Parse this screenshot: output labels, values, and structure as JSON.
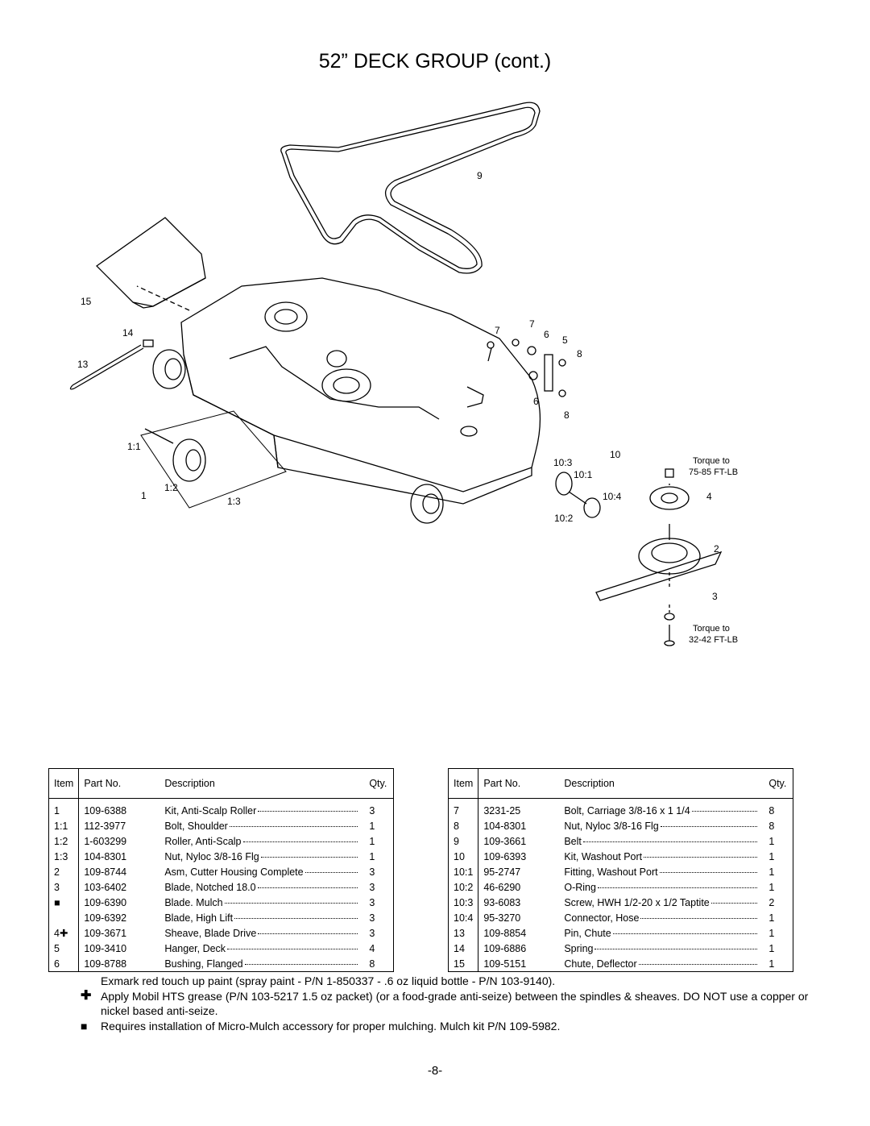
{
  "title": "52” DECK GROUP (cont.)",
  "diagram": {
    "callouts": [
      "9",
      "15",
      "14",
      "13",
      "7",
      "7",
      "6",
      "5",
      "8",
      "6",
      "8",
      "1:1",
      "1:2",
      "1",
      "1:3",
      "10",
      "10:3",
      "10:1",
      "10:4",
      "10:2",
      "4",
      "2",
      "3"
    ],
    "torque_top": {
      "line1": "Torque to",
      "line2": "75-85 FT-LB"
    },
    "torque_bottom": {
      "line1": "Torque to",
      "line2": "32-42 FT-LB"
    }
  },
  "table_headers": {
    "item": "Item",
    "part": "Part No.",
    "desc": "Description",
    "qty": "Qty."
  },
  "left_table": [
    {
      "item": "1",
      "part": "109-6388",
      "desc": "Kit, Anti-Scalp Roller",
      "qty": "3"
    },
    {
      "item": "1:1",
      "part": "112-3977",
      "desc": "Bolt, Shoulder",
      "qty": "1"
    },
    {
      "item": "1:2",
      "part": "1-603299",
      "desc": "Roller, Anti-Scalp",
      "qty": "1"
    },
    {
      "item": "1:3",
      "part": "104-8301",
      "desc": "Nut, Nyloc 3/8-16 Flg",
      "qty": "1"
    },
    {
      "item": "2",
      "part": "109-8744",
      "desc": "Asm, Cutter Housing Complete",
      "qty": "3"
    },
    {
      "item": "3",
      "part": "103-6402",
      "desc": "Blade, Notched 18.0",
      "qty": "3"
    },
    {
      "item": "■",
      "part": "109-6390",
      "desc": "Blade. Mulch",
      "qty": "3"
    },
    {
      "item": "",
      "part": "109-6392",
      "desc": "Blade, High Lift",
      "qty": "3"
    },
    {
      "item": "4✚",
      "part": "109-3671",
      "desc": "Sheave, Blade Drive",
      "qty": "3"
    },
    {
      "item": "5",
      "part": "109-3410",
      "desc": "Hanger, Deck",
      "qty": "4"
    },
    {
      "item": "6",
      "part": "109-8788",
      "desc": "Bushing, Flanged",
      "qty": "8"
    }
  ],
  "right_table": [
    {
      "item": "7",
      "part": "3231-25",
      "desc": "Bolt, Carriage 3/8-16 x 1 1/4",
      "qty": "8"
    },
    {
      "item": "8",
      "part": "104-8301",
      "desc": "Nut, Nyloc 3/8-16 Flg",
      "qty": "8"
    },
    {
      "item": "9",
      "part": "109-3661",
      "desc": "Belt",
      "qty": "1"
    },
    {
      "item": "10",
      "part": "109-6393",
      "desc": "Kit, Washout Port",
      "qty": "1"
    },
    {
      "item": "10:1",
      "part": "95-2747",
      "desc": "Fitting, Washout Port",
      "qty": "1"
    },
    {
      "item": "10:2",
      "part": "46-6290",
      "desc": "O-Ring",
      "qty": "1"
    },
    {
      "item": "10:3",
      "part": "93-6083",
      "desc": "Screw, HWH 1/2-20 x 1/2 Taptite",
      "qty": "2"
    },
    {
      "item": "10:4",
      "part": "95-3270",
      "desc": "Connector, Hose",
      "qty": "1"
    },
    {
      "item": "13",
      "part": "109-8854",
      "desc": "Pin, Chute",
      "qty": "1"
    },
    {
      "item": "14",
      "part": "109-6886",
      "desc": "Spring",
      "qty": "1"
    },
    {
      "item": "15",
      "part": "109-5151",
      "desc": "Chute, Deflector",
      "qty": "1"
    }
  ],
  "notes": [
    {
      "sym": "",
      "text": "Exmark red touch up paint (spray paint - P/N 1-850337 - .6 oz liquid bottle - P/N 103-9140)."
    },
    {
      "sym": "✚",
      "text": "Apply Mobil HTS grease (P/N 103-5217 1.5 oz packet) (or a food-grade anti-seize) between the spindles & sheaves.  DO NOT use a copper or nickel based anti-seize."
    },
    {
      "sym": "■",
      "text": "Requires installation of Micro-Mulch accessory for proper mulching.  Mulch kit P/N 109-5982."
    }
  ],
  "page_number": "-8-"
}
